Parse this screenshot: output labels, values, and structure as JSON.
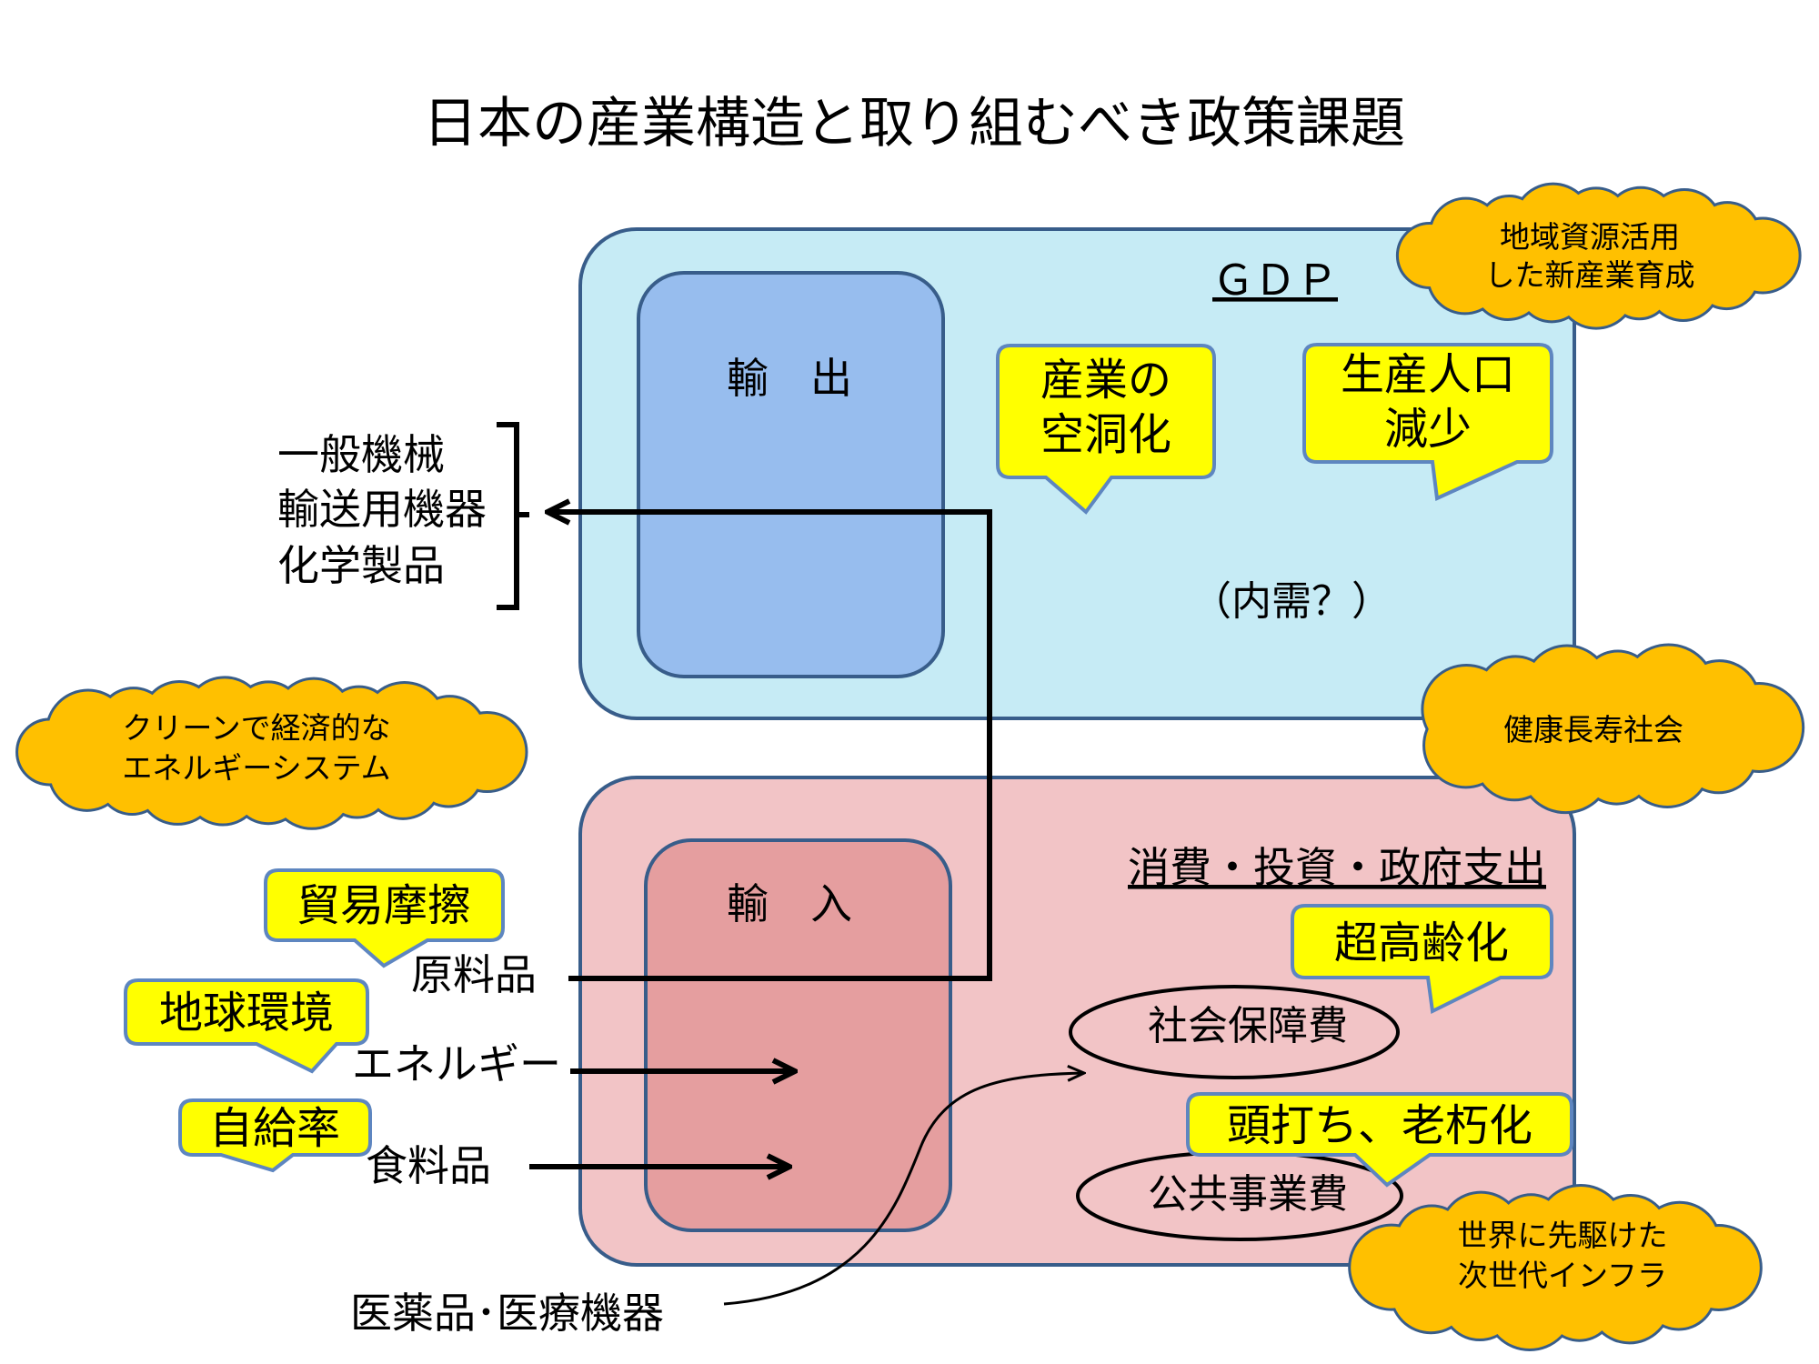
{
  "title": "日本の産業構造と取り組むべき政策課題",
  "gdp_box": {
    "heading": "ＧＤＰ",
    "export_label": "輸　出",
    "domestic_demand": "（内需？）"
  },
  "demand_box": {
    "heading": "消費・投資・政府支出",
    "import_label": "輸　入",
    "social_security": "社会保障費",
    "public_works": "公共事業費"
  },
  "exports": [
    "一般機械",
    "輸送用機器",
    "化学製品"
  ],
  "imports": {
    "raw_materials": "原料品",
    "energy": "エネルギー",
    "food": "食料品",
    "medical": "医薬品･医療機器"
  },
  "callouts": {
    "hollowing": [
      "産業の",
      "空洞化"
    ],
    "workforce": [
      "生産人口",
      "減少"
    ],
    "aging": "超高齢化",
    "plateau": "頭打ち、老朽化",
    "trade_friction": "貿易摩擦",
    "global_environment": "地球環境",
    "self_sufficiency": "自給率"
  },
  "policy_clouds": {
    "regional": [
      "地域資源活用",
      "した新産業育成"
    ],
    "clean_energy": [
      "クリーンで経済的な",
      "エネルギーシステム"
    ],
    "health": "健康長寿社会",
    "infrastructure": [
      "世界に先駆けた",
      "次世代インフラ"
    ]
  },
  "colors": {
    "gdp_box": "#C6EBF5",
    "export_box": "#97BDEE",
    "demand_box": "#F2C4C6",
    "import_box": "#E59E9F",
    "callout": "#FFFF00",
    "cloud": "#FFC000",
    "cloud_outline": "#385D8A"
  }
}
